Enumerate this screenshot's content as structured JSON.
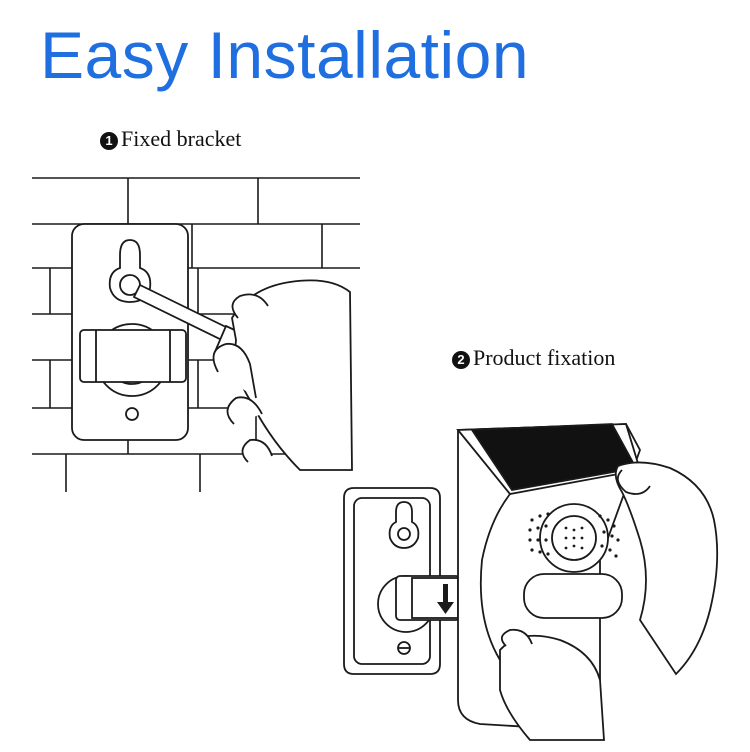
{
  "header": {
    "title": "Easy Installation"
  },
  "steps": [
    {
      "number": "1",
      "label": "Fixed bracket",
      "illustration": "wall-bracket-screwdriver"
    },
    {
      "number": "2",
      "label": "Product fixation",
      "illustration": "camera-on-bracket"
    }
  ],
  "colors": {
    "title": "#1f6fe0",
    "line": "#1a1a1a",
    "solar_panel": "#111111",
    "background": "#ffffff"
  }
}
